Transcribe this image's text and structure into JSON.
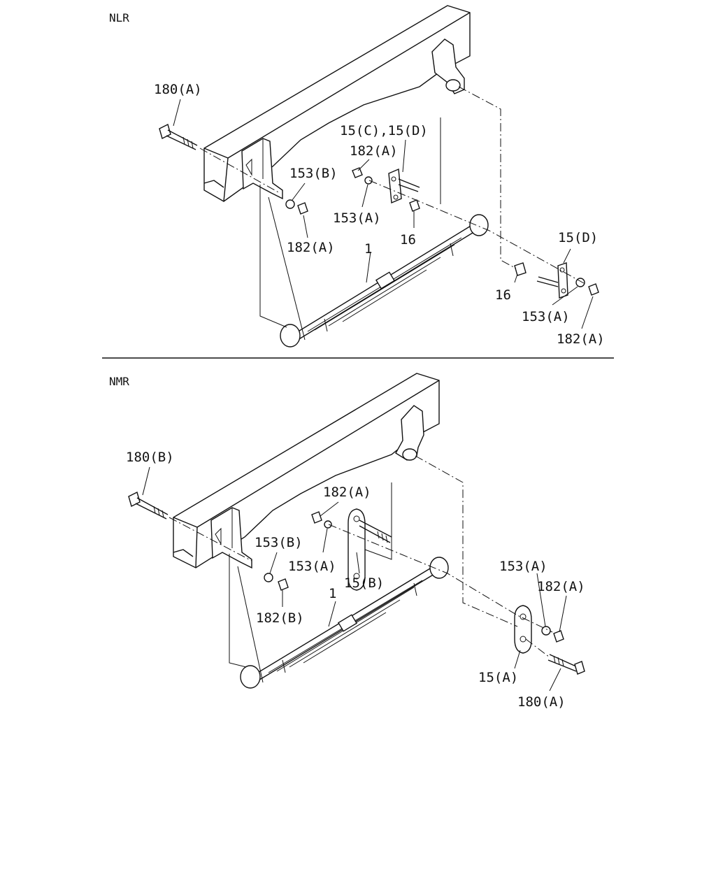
{
  "sections": [
    {
      "id": "nlr",
      "title": "NLR",
      "callouts": [
        "180(A)",
        "15(C),15(D)",
        "182(A)",
        "153(B)",
        "153(A)",
        "16",
        "182(A)",
        "1",
        "15(D)",
        "16",
        "153(A)",
        "182(A)"
      ]
    },
    {
      "id": "nmr",
      "title": "NMR",
      "callouts": [
        "180(B)",
        "182(A)",
        "153(B)",
        "153(A)",
        "15(B)",
        "1",
        "182(B)",
        "153(A)",
        "182(A)",
        "15(A)",
        "180(A)"
      ]
    }
  ]
}
